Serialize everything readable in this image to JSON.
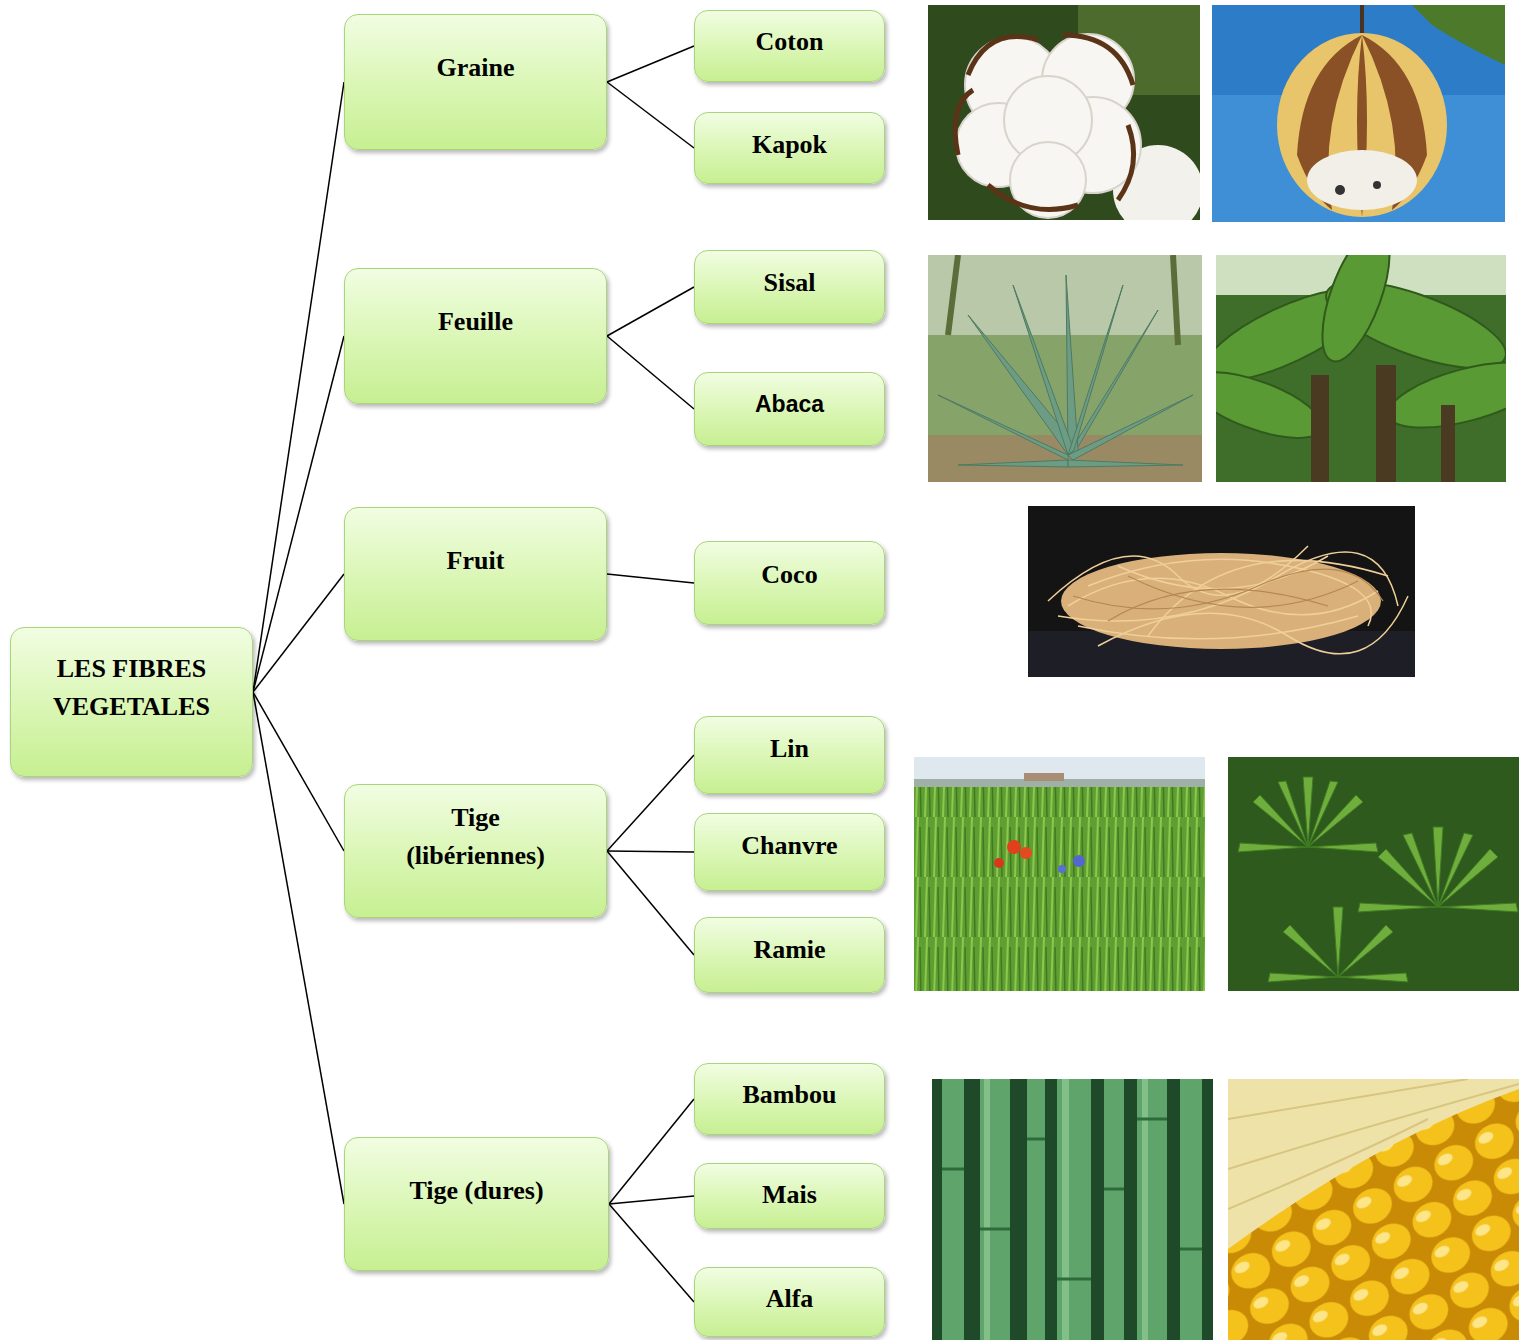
{
  "diagram": {
    "nodes": [
      {
        "text": [
          "LES FIBRES VEGETALES"
        ]
      },
      {
        "text": [
          "Graine"
        ]
      },
      {
        "text": [
          "Coton"
        ]
      },
      {
        "text": [
          "Kapok"
        ]
      },
      {
        "text": [
          "Feuille"
        ]
      },
      {
        "text": [
          "Sisal"
        ]
      },
      {
        "text": [
          "Abaca"
        ]
      },
      {
        "text": [
          "Fruit"
        ]
      },
      {
        "text": [
          "Coco"
        ]
      },
      {
        "text": [
          "Tige (libériennes)"
        ]
      },
      {
        "text": [
          "Lin"
        ]
      },
      {
        "text": [
          "Chanvre"
        ]
      },
      {
        "text": [
          "Ramie"
        ]
      },
      {
        "text": [
          "Tige (dures)"
        ]
      },
      {
        "text": [
          "Bambou"
        ]
      },
      {
        "text": [
          "Mais"
        ]
      },
      {
        "text": [
          "Alfa"
        ]
      }
    ],
    "edges": [
      {
        "from": 0,
        "to": 1,
        "arrow": "none"
      },
      {
        "from": 0,
        "to": 4,
        "arrow": "none"
      },
      {
        "from": 0,
        "to": 7,
        "arrow": "none"
      },
      {
        "from": 0,
        "to": 9,
        "arrow": "none"
      },
      {
        "from": 0,
        "to": 13,
        "arrow": "none"
      },
      {
        "from": 1,
        "to": 2,
        "arrow": "none"
      },
      {
        "from": 1,
        "to": 3,
        "arrow": "none"
      },
      {
        "from": 4,
        "to": 5,
        "arrow": "none"
      },
      {
        "from": 4,
        "to": 6,
        "arrow": "none"
      },
      {
        "from": 7,
        "to": 8,
        "arrow": "none"
      },
      {
        "from": 9,
        "to": 10,
        "arrow": "none"
      },
      {
        "from": 9,
        "to": 11,
        "arrow": "none"
      },
      {
        "from": 9,
        "to": 12,
        "arrow": "none"
      },
      {
        "from": 13,
        "to": 14,
        "arrow": "none"
      },
      {
        "from": 13,
        "to": 15,
        "arrow": "none"
      },
      {
        "from": 13,
        "to": 16,
        "arrow": "none"
      }
    ]
  }
}
